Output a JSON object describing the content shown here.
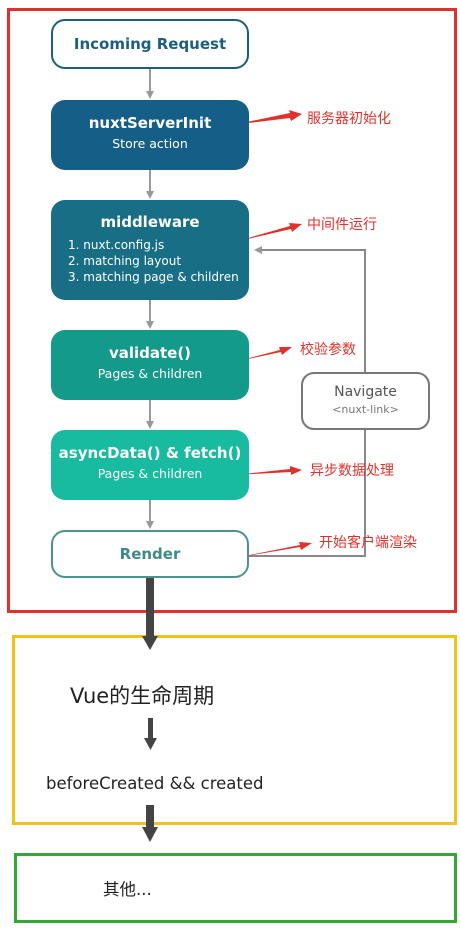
{
  "nodes": {
    "incoming": {
      "title": "Incoming Request"
    },
    "nuxt_server_init": {
      "title": "nuxtServerInit",
      "sub": "Store action"
    },
    "middleware": {
      "title": "middleware",
      "items": [
        "1. nuxt.config.js",
        "2. matching layout",
        "3. matching page & children"
      ]
    },
    "validate": {
      "title": "validate()",
      "sub": "Pages & children"
    },
    "async_data": {
      "title": "asyncData() & fetch()",
      "sub": "Pages & children"
    },
    "render": {
      "title": "Render"
    },
    "navigate": {
      "title": "Navigate",
      "sub": "<nuxt-link>"
    }
  },
  "annotations": {
    "server_init": "服务器初始化",
    "middleware_run": "中间件运行",
    "validate_params": "校验参数",
    "async_process": "异步数据处理",
    "client_render": "开始客户端渲染"
  },
  "vue_section": {
    "title": "Vue的生命周期",
    "hooks": "beforeCreated && created"
  },
  "other_section": {
    "label": "其他..."
  },
  "colors": {
    "red_frame": "#e0322c",
    "yellow_frame": "#f2c218",
    "green_frame": "#34a836",
    "nuxt_server_init": "#155e87",
    "middleware": "#176e85",
    "validate": "#149a8a",
    "async_data": "#18bb9f"
  }
}
